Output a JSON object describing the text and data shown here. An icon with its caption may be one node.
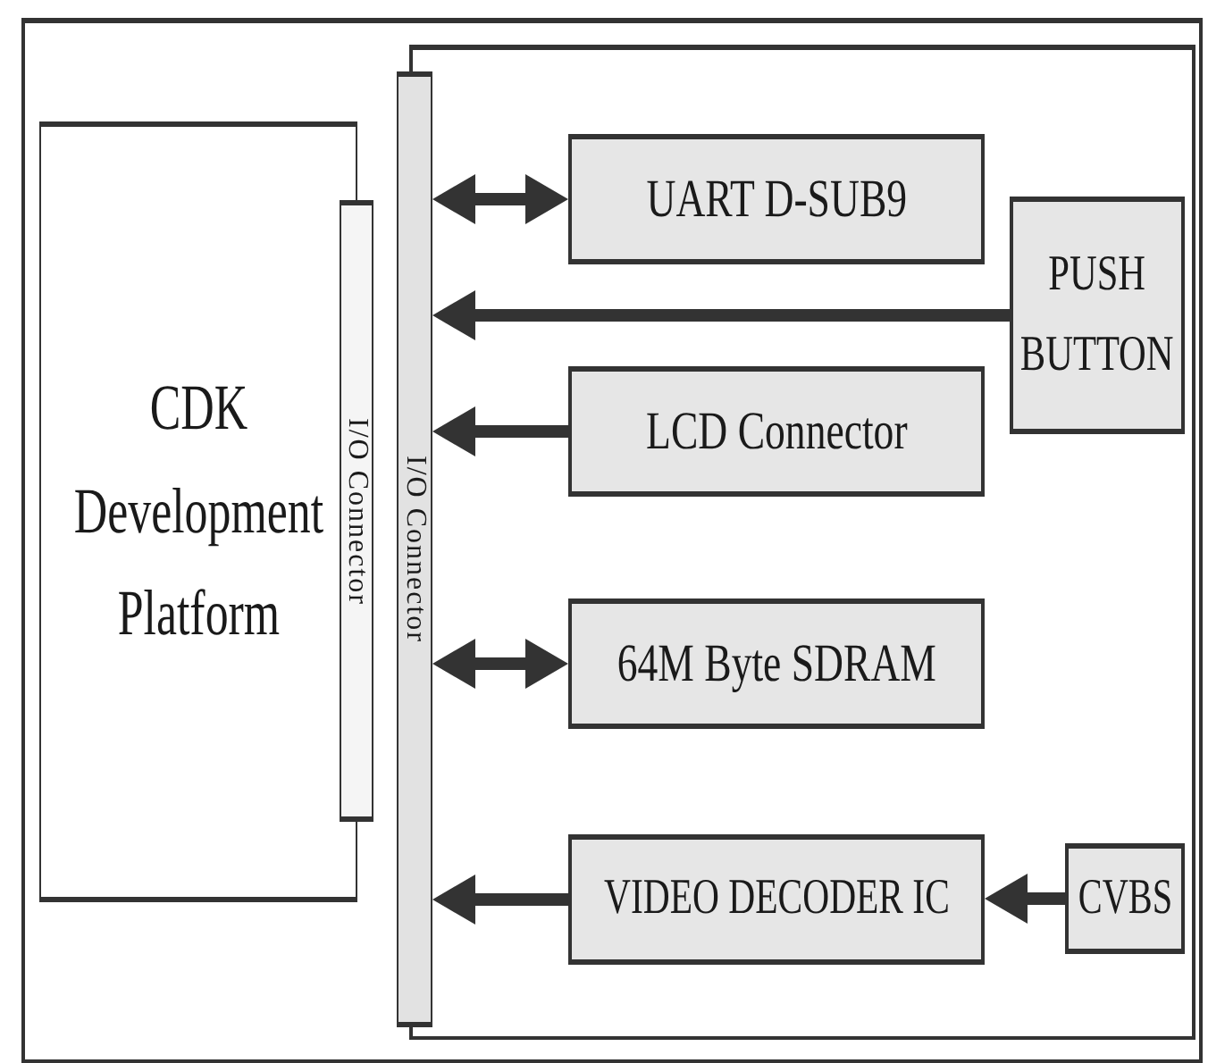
{
  "diagram": {
    "nodes": [
      {
        "text": [
          "CDK Development Platform"
        ]
      },
      {
        "text": [
          "I/O Connector"
        ]
      },
      {
        "text": [
          "I/O Connector"
        ]
      },
      {
        "text": [
          "UART D-SUB9"
        ]
      },
      {
        "text": [
          "PUSH BUTTON"
        ]
      },
      {
        "text": [
          "LCD Connector"
        ]
      },
      {
        "text": [
          "64M Byte SDRAM"
        ]
      },
      {
        "text": [
          "VIDEO DECODER IC"
        ]
      },
      {
        "text": [
          "CVBS"
        ]
      }
    ],
    "edges": [
      {
        "from": 3,
        "to": 2,
        "arrow": "both"
      },
      {
        "from": 4,
        "to": 2,
        "arrow": "to"
      },
      {
        "from": 5,
        "to": 2,
        "arrow": "to"
      },
      {
        "from": 6,
        "to": 2,
        "arrow": "both"
      },
      {
        "from": 7,
        "to": 2,
        "arrow": "to"
      },
      {
        "from": 8,
        "to": 7,
        "arrow": "to"
      }
    ]
  }
}
